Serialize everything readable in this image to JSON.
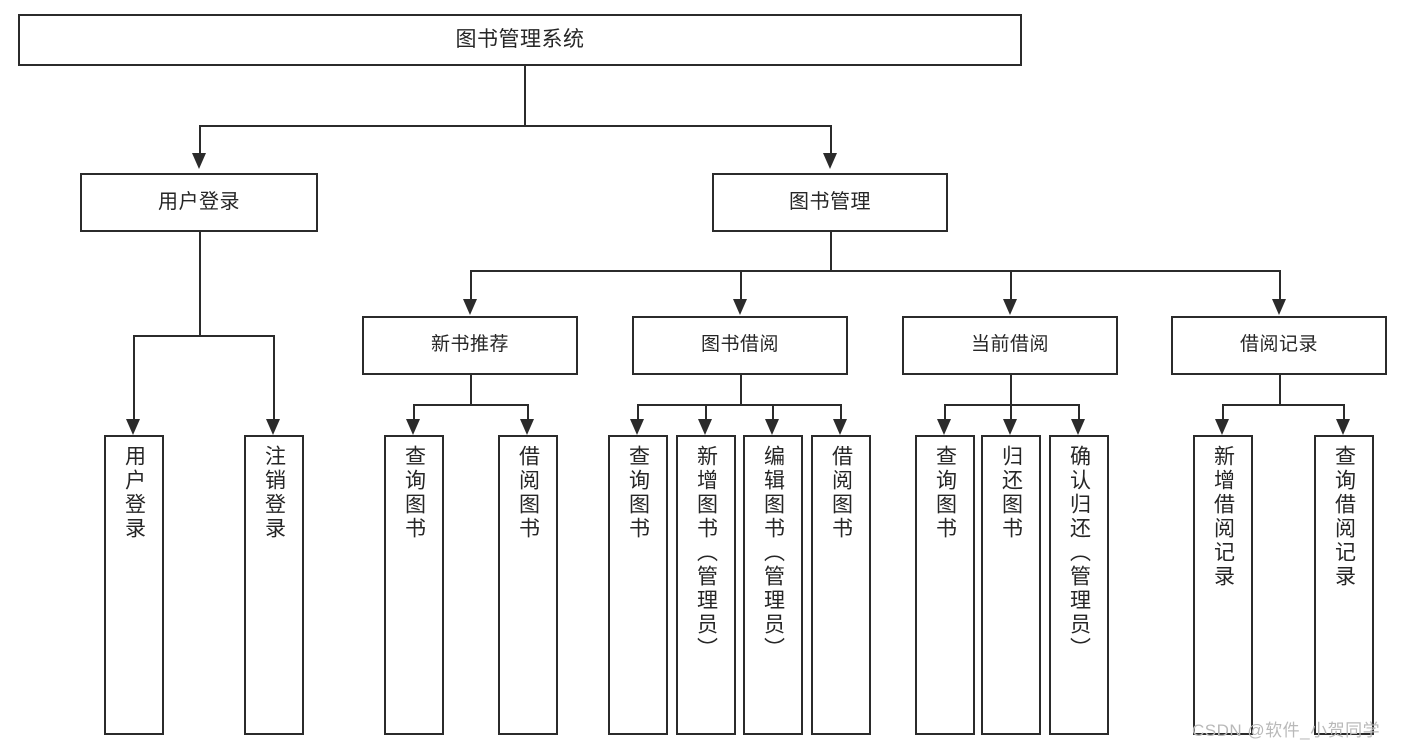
{
  "diagram": {
    "type": "tree-hierarchy-flowchart",
    "title": "图书管理系统",
    "watermark": "CSDN @软件_小贺同学",
    "colors": {
      "stroke": "#2b2b2b",
      "text": "#262626",
      "background": "#ffffff",
      "watermark": "#b9b9b9"
    },
    "nodes": {
      "root": {
        "label": "图书管理系统"
      },
      "level2": [
        {
          "label": "用户登录"
        },
        {
          "label": "图书管理"
        }
      ],
      "level3": [
        {
          "label": "新书推荐"
        },
        {
          "label": "图书借阅"
        },
        {
          "label": "当前借阅"
        },
        {
          "label": "借阅记录"
        }
      ],
      "leaves": {
        "user_login": [
          {
            "label": "用户登录"
          },
          {
            "label": "注销登录"
          }
        ],
        "new_book": [
          {
            "label": "查询图书"
          },
          {
            "label": "借阅图书"
          }
        ],
        "book_borrow": [
          {
            "label": "查询图书"
          },
          {
            "label": "新增图书（管理员）"
          },
          {
            "label": "编辑图书（管理员）"
          },
          {
            "label": "借阅图书"
          }
        ],
        "current_borrow": [
          {
            "label": "查询图书"
          },
          {
            "label": "归还图书"
          },
          {
            "label": "确认归还（管理员）"
          }
        ],
        "borrow_record": [
          {
            "label": "新增借阅记录"
          },
          {
            "label": "查询借阅记录"
          }
        ]
      }
    }
  }
}
